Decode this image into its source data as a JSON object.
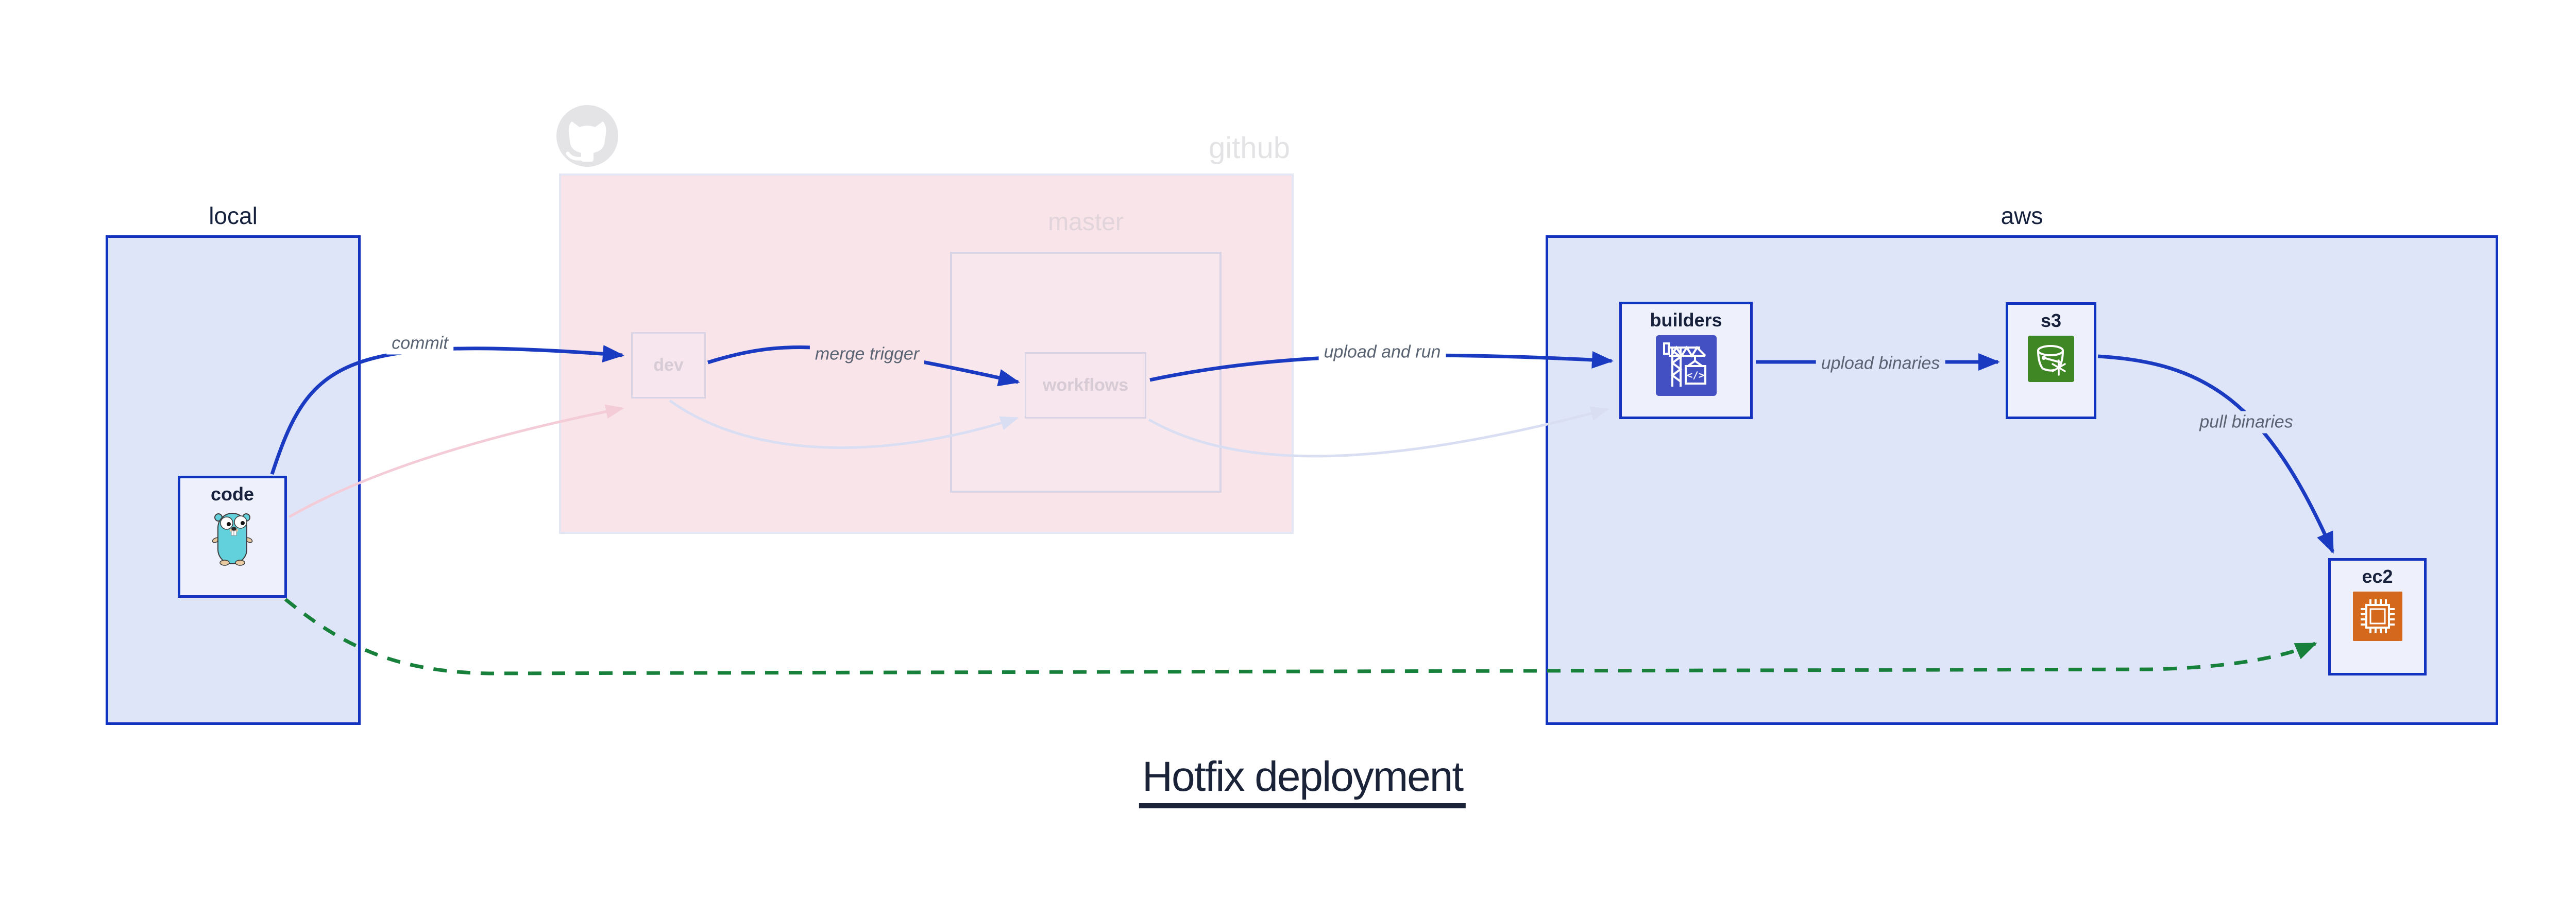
{
  "diagram_title": "Hotfix deployment",
  "groups": {
    "local": {
      "label": "local"
    },
    "github": {
      "label": "github",
      "master": {
        "label": "master"
      }
    },
    "aws": {
      "label": "aws"
    }
  },
  "nodes": {
    "code": {
      "label": "code",
      "icon": "go-gopher-icon"
    },
    "dev": {
      "label": "dev"
    },
    "workflows": {
      "label": "workflows"
    },
    "builders": {
      "label": "builders",
      "icon": "aws-codebuild-icon"
    },
    "s3": {
      "label": "s3",
      "icon": "aws-s3-glacier-icon"
    },
    "ec2": {
      "label": "ec2",
      "icon": "aws-ec2-icon"
    }
  },
  "edges": [
    {
      "id": "commit",
      "from": "code",
      "to": "dev",
      "label": "commit",
      "style": "solid-blue"
    },
    {
      "id": "merge-trigger",
      "from": "dev",
      "to": "workflows",
      "label": "merge trigger",
      "style": "solid-blue"
    },
    {
      "id": "upload-and-run",
      "from": "workflows",
      "to": "builders",
      "label": "upload and run",
      "style": "solid-blue"
    },
    {
      "id": "upload-binaries",
      "from": "builders",
      "to": "s3",
      "label": "upload binaries",
      "style": "solid-blue"
    },
    {
      "id": "pull-binaries",
      "from": "s3",
      "to": "ec2",
      "label": "pull binaries",
      "style": "solid-blue"
    },
    {
      "id": "hotfix-path",
      "from": "code",
      "to": "ec2",
      "label": "",
      "style": "dashed-green"
    },
    {
      "id": "faded-commit",
      "from": "code",
      "to": "dev",
      "label": "",
      "style": "faded-pink"
    },
    {
      "id": "faded-merge",
      "from": "dev",
      "to": "workflows",
      "label": "",
      "style": "faded-lavender"
    },
    {
      "id": "faded-run",
      "from": "workflows",
      "to": "builders",
      "label": "",
      "style": "faded-lavender"
    }
  ],
  "colors": {
    "canvas": "#ffffff",
    "group_fill": "#dfe5f8",
    "group_border": "#1133bf",
    "node_fill": "#eef1fb",
    "arrow_blue": "#1a3bc1",
    "hotfix_green": "#17813b",
    "github_fill": "#f9e4ea",
    "faded_border": "#d8d4e6",
    "faded_arrow_pink": "#f3ccd8",
    "faded_arrow_lavender": "#d9def3",
    "edge_label_text": "#5a6372",
    "dark_text": "#15203c",
    "watermark_text": "#e3e3e6",
    "codebuild_icon_bg": "#4250c4",
    "s3_icon_bg": "#3f8624",
    "ec2_icon_bg": "#d4691d",
    "gopher_teal": "#63d1db"
  }
}
